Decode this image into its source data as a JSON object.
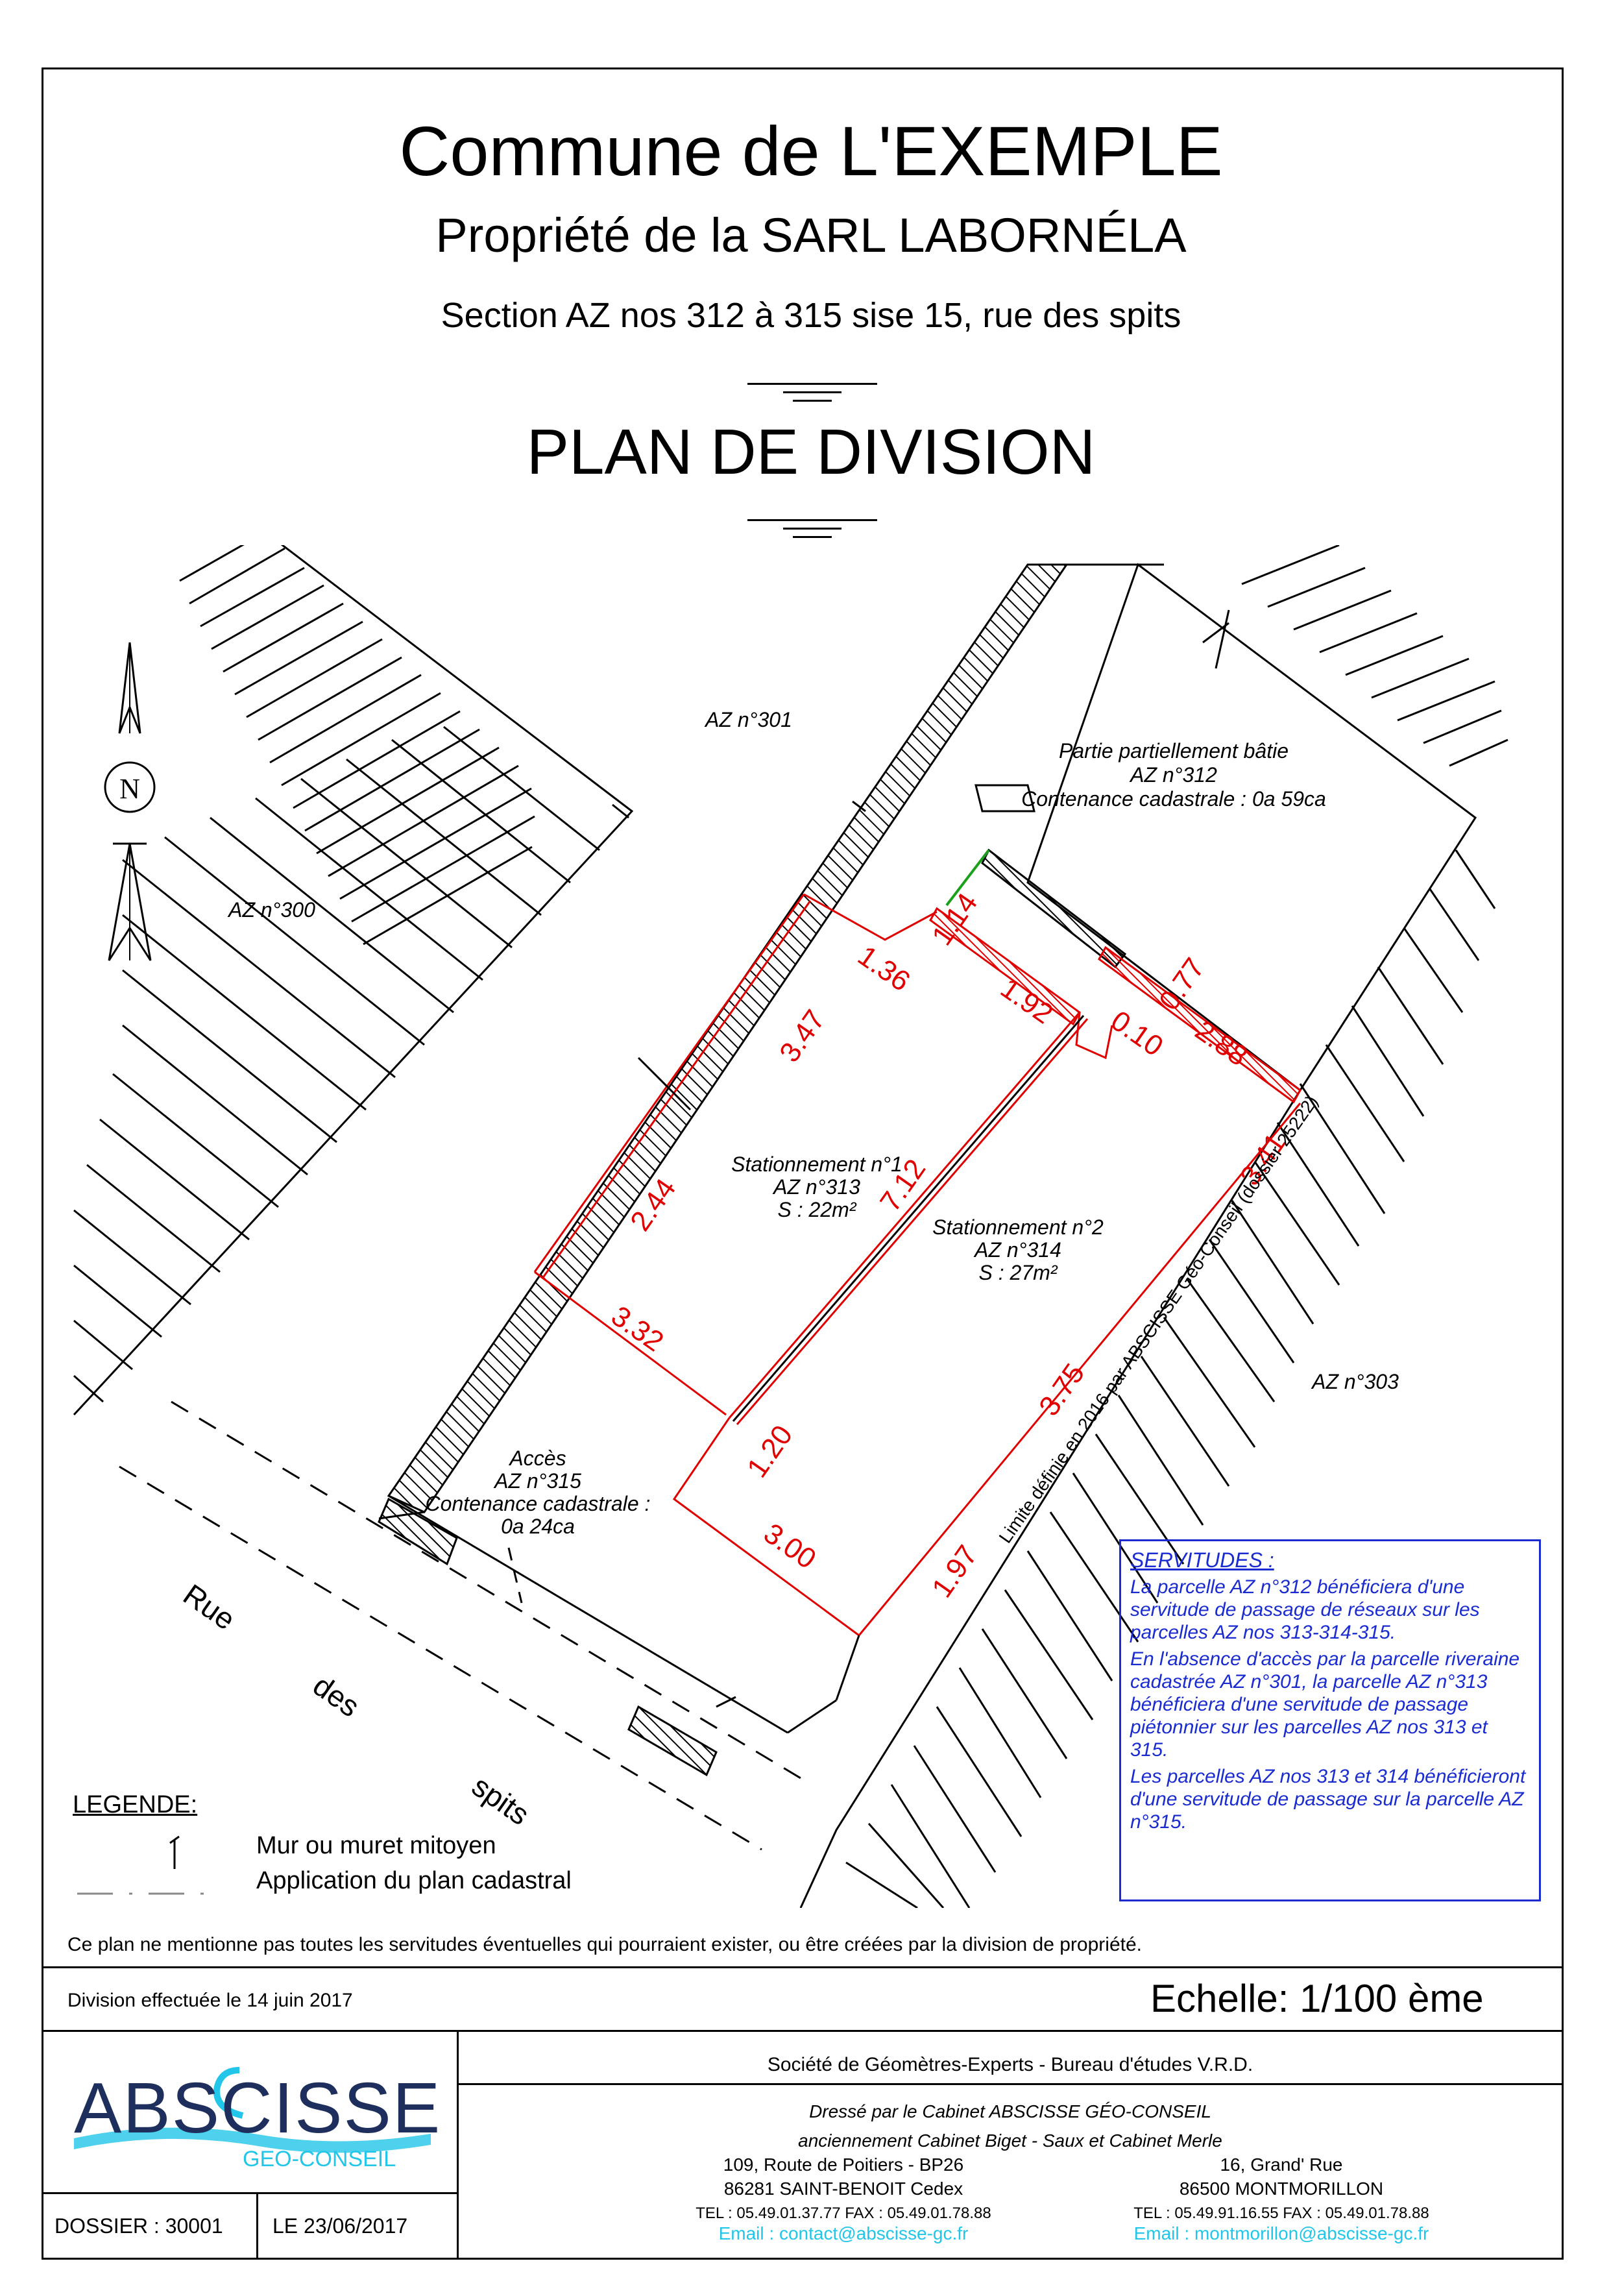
{
  "header": {
    "commune": "Commune de L'EXEMPLE",
    "owner": "Propriété de la SARL LABORNÉLA",
    "section": "Section AZ nos 312 à 315 sise 15, rue des spits",
    "plan_title": "PLAN DE DIVISION"
  },
  "north_label": "N",
  "parcels": {
    "az300": "AZ n°300",
    "az301": "AZ n°301",
    "az303": "AZ n°303",
    "az312_name": "Partie partiellement bâtie",
    "az312_num": "AZ n°312",
    "az312_area": "Contenance cadastrale : 0a 59ca",
    "az313_name": "Stationnement n°1",
    "az313_num": "AZ n°313",
    "az313_area": "S : 22m²",
    "az314_name": "Stationnement n°2",
    "az314_num": "AZ n°314",
    "az314_area": "S : 27m²",
    "az315_name": "Accès",
    "az315_num": "AZ n°315",
    "az315_area1": "Contenance cadastrale :",
    "az315_area2": "0a 24ca"
  },
  "street": {
    "w1": "Rue",
    "w2": "des",
    "w3": "spits"
  },
  "dimensions": {
    "d136": "1.36",
    "d114": "1.14",
    "d192": "1.92",
    "d077": "0.77",
    "d010": "0.10",
    "d288": "2.88",
    "d347": "3.47",
    "d244": "2.44",
    "d712": "7.12",
    "d341": "3.41",
    "d332": "3.32",
    "d375": "3.75",
    "d120": "1.20",
    "d300": "3.00",
    "d197": "1.97"
  },
  "limit_label": "Limite définie en 2016 par ABSCISSE Géo-Conseil (dossier 25222)",
  "legend": {
    "title": "LEGENDE:",
    "wall": "Mur ou muret mitoyen",
    "cadastral": "Application du plan cadastral"
  },
  "servitudes": {
    "heading": "SERVITUDES :",
    "p1": "La parcelle AZ n°312 bénéficiera d'une servitude de passage de réseaux sur les parcelles AZ nos 313-314-315.",
    "p2": "En l'absence d'accès par la parcelle riveraine cadastrée AZ n°301, la parcelle AZ n°313 bénéficiera d'une servitude de passage piétonnier sur les parcelles AZ nos 313 et 315.",
    "p3": "Les parcelles AZ nos 313 et 314 bénéficieront d'une servitude de passage sur la parcelle AZ n°315."
  },
  "note": "Ce plan ne mentionne pas toutes les servitudes éventuelles qui pourraient exister, ou être créées par la division de propriété.",
  "footer": {
    "division_date": "Division effectuée le 14 juin 2017",
    "scale": "Echelle: 1/100 ème",
    "society": "Société de Géomètres-Experts - Bureau d'études V.R.D.",
    "drawn_by": "Dressé par le Cabinet ABSCISSE GÉO-CONSEIL",
    "formerly": "anciennement Cabinet Biget - Saux et Cabinet Merle",
    "addr1_line1": "109, Route de Poitiers - BP26",
    "addr1_line2": "86281 SAINT-BENOIT Cedex",
    "addr1_tel": "TEL : 05.49.01.37.77  FAX : 05.49.01.78.88",
    "addr1_email": "Email : contact@abscisse-gc.fr",
    "addr2_line1": "16, Grand' Rue",
    "addr2_line2": "86500 MONTMORILLON",
    "addr2_tel": "TEL : 05.49.91.16.55  FAX : 05.49.01.78.88",
    "addr2_email": "Email : montmorillon@abscisse-gc.fr",
    "dossier": "DOSSIER : 30001",
    "date": "LE 23/06/2017"
  },
  "logo": {
    "main": "ABSCISSE",
    "sub": "GEO-CONSEIL"
  },
  "colors": {
    "dimension": "#e00000",
    "servitude": "#1a2bd0",
    "email": "#22c6e8",
    "wall_green": "#1aa01a"
  }
}
